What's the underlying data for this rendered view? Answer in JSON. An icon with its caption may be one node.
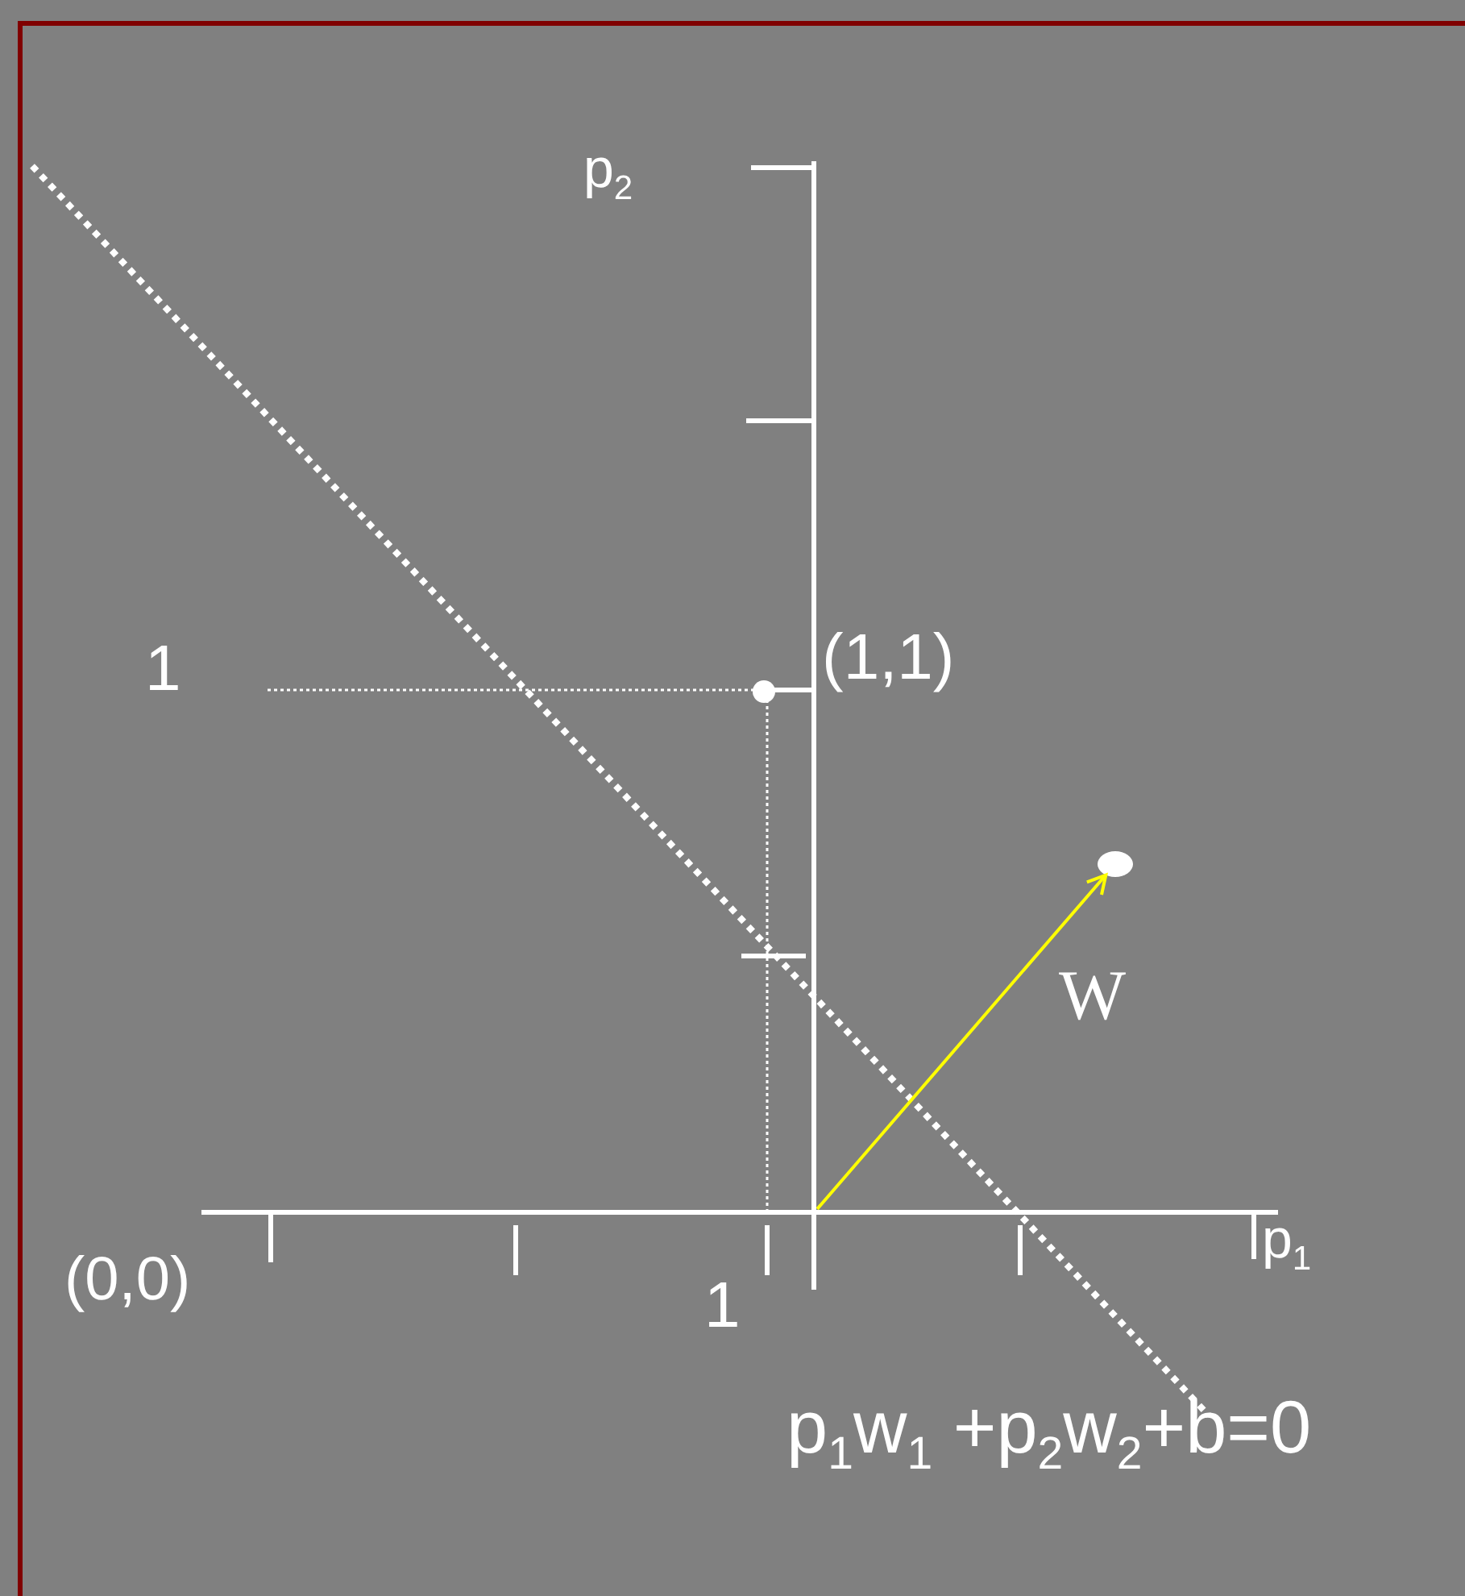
{
  "diagram": {
    "nodes": [
      {
        "text": [],
        "shape": "picture"
      },
      {
        "text": [],
        "shape": "circle",
        "in": 0
      }
    ],
    "edges": [
      {
        "from": 0,
        "to": 1,
        "arrow": "to",
        "label": "W",
        "color": "#ffff00"
      }
    ],
    "labels": [
      "p$_{2}$",
      "1",
      "(1,1)",
      "(0,0)",
      "1",
      "p$_{1}$",
      "p$_{1}$w$_{1}$ +p$_{2}$w$_{2}$+b=0"
    ]
  }
}
